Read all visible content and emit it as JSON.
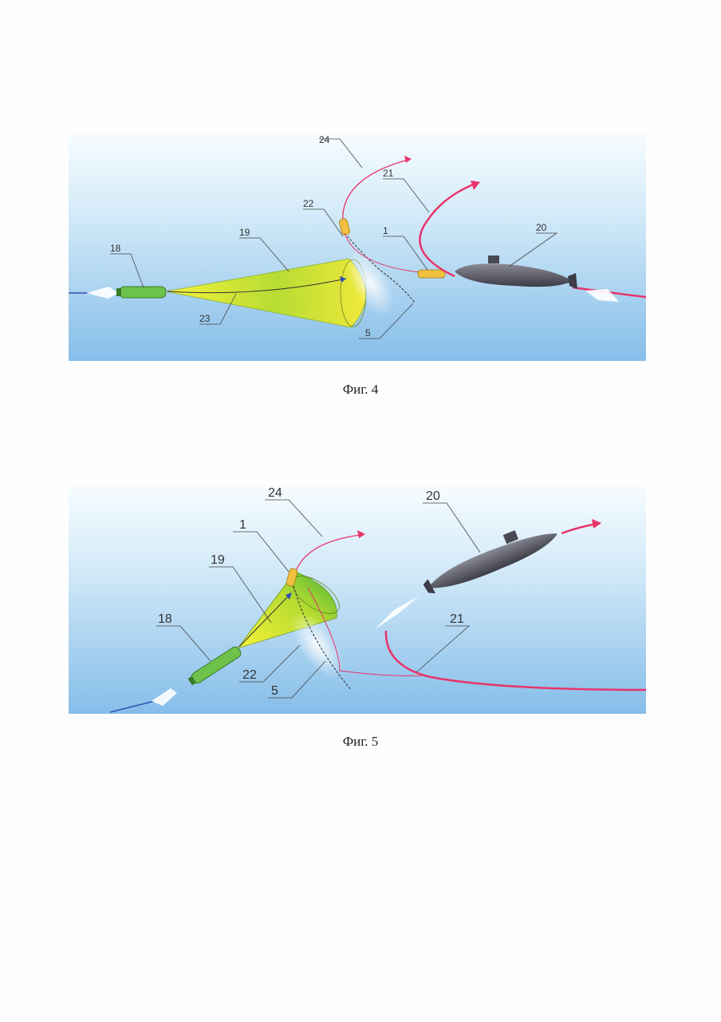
{
  "figures": [
    {
      "caption": "Фиг. 4",
      "labels": {
        "l1": "1",
        "l5": "5",
        "l18": "18",
        "l19": "19",
        "l20": "20",
        "l21": "21",
        "l22": "22",
        "l23": "23",
        "l24": "24"
      }
    },
    {
      "caption": "Фиг. 5",
      "labels": {
        "l1": "1",
        "l5": "5",
        "l18": "18",
        "l19": "19",
        "l20": "20",
        "l21": "21",
        "l22": "22",
        "l24": "24"
      }
    }
  ],
  "colors": {
    "sea_top": "#f5fbfe",
    "sea_bottom": "#8cc2ea",
    "trajectory": "#e8356a",
    "cone_yellow": "#f4ee2a",
    "cone_green": "#44b23a",
    "torpedo_green": "#6cc24a",
    "decoy_yellow": "#f0c040",
    "submarine": "#5a5a66",
    "wire_blue": "#3050b0"
  }
}
